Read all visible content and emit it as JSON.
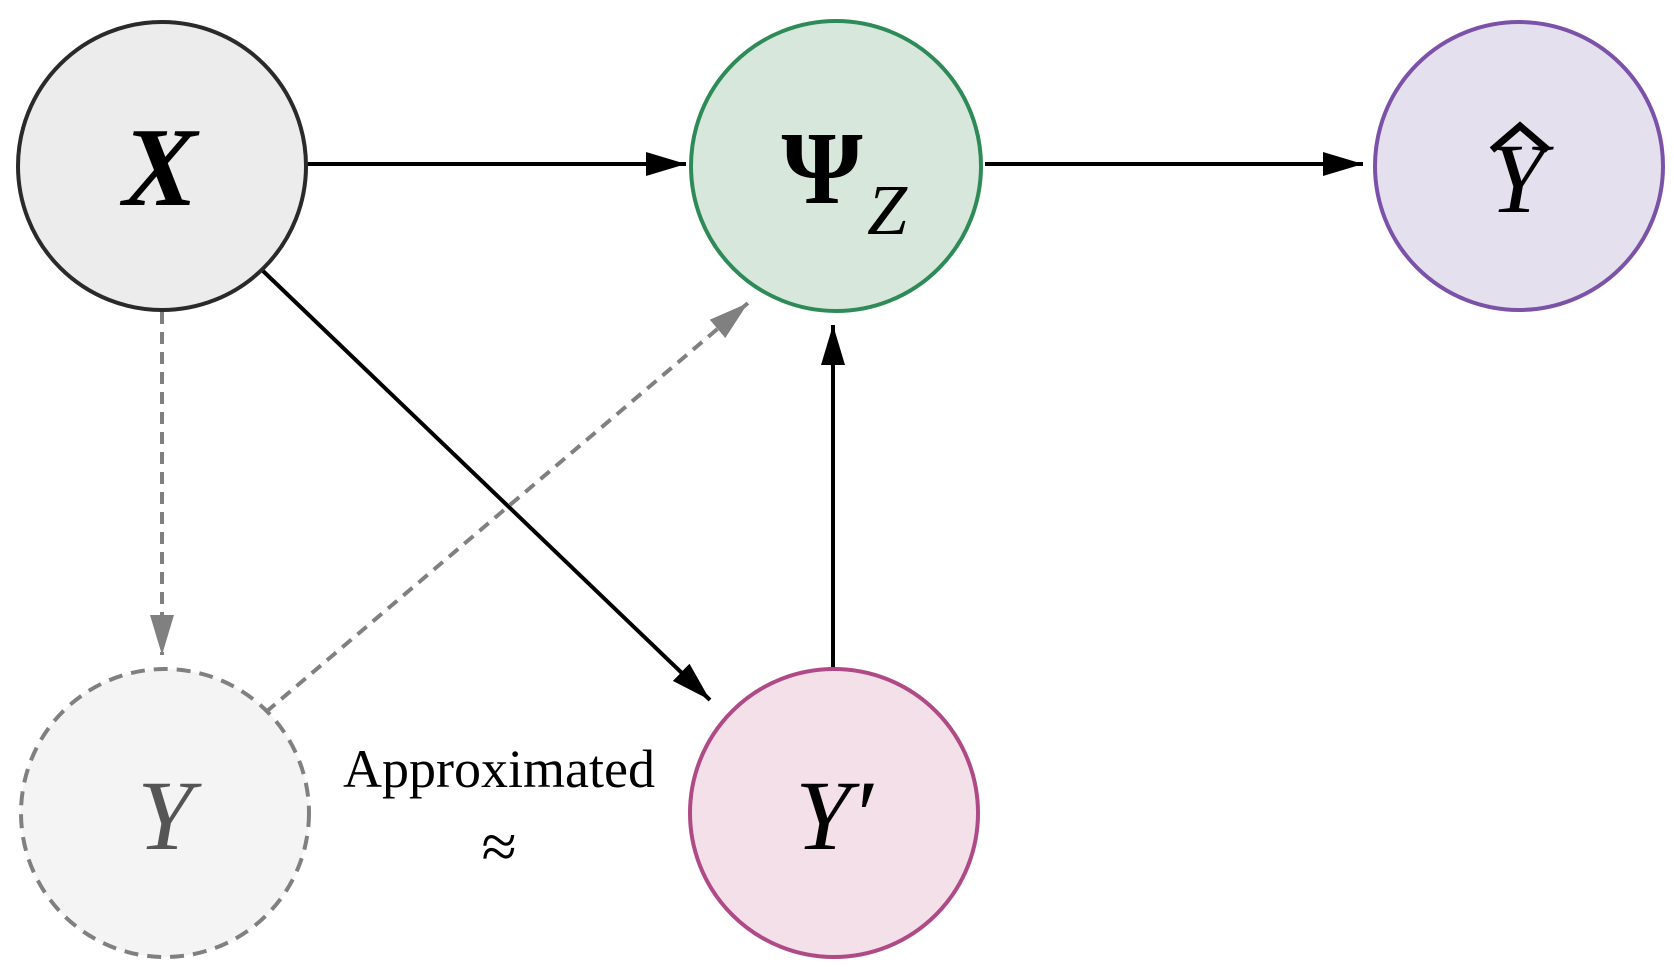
{
  "colors": {
    "x_fill": "#ececec",
    "x_stroke": "#2a2a2a",
    "psi_fill": "#d8e7dc",
    "psi_stroke": "#2e8b57",
    "yhat_fill": "#e4e0ee",
    "yhat_stroke": "#7b52a8",
    "y_fill": "#f4f4f4",
    "y_stroke": "#808080",
    "yprime_fill": "#f3e0e8",
    "yprime_stroke": "#b04a86",
    "edge_solid": "#000000",
    "edge_dashed": "#808080"
  },
  "nodes": {
    "x": {
      "label": "X"
    },
    "psi": {
      "label": "Ψ",
      "subscript": "Z"
    },
    "yhat": {
      "label": "Y",
      "accent": "^"
    },
    "y": {
      "label": "Y"
    },
    "yprime": {
      "label": "Y′"
    }
  },
  "annotation": {
    "text": "Approximated",
    "symbol": "≈"
  }
}
